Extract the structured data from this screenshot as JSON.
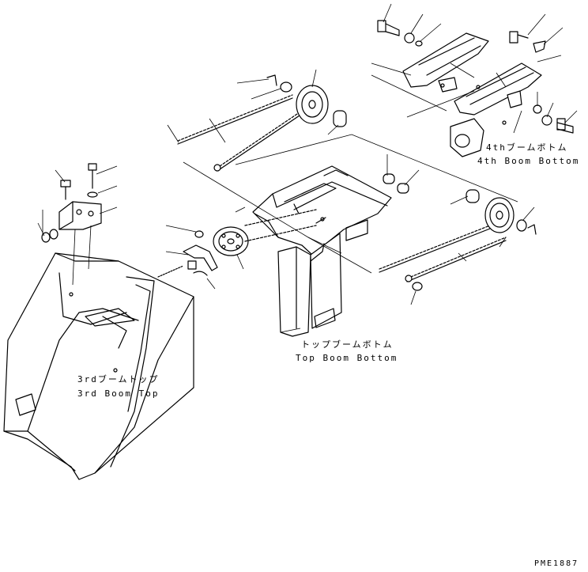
{
  "labels": {
    "fourth_jp": "4thブームボトム",
    "fourth_en": "4th Boom Bottom",
    "top_jp": "トップブームボトム",
    "top_en": "Top Boom Bottom",
    "third_jp": "3rdブームトップ",
    "third_en": "3rd Boom Top",
    "code": "PME1887"
  },
  "colors": {
    "line": "#000000",
    "background": "#ffffff"
  }
}
